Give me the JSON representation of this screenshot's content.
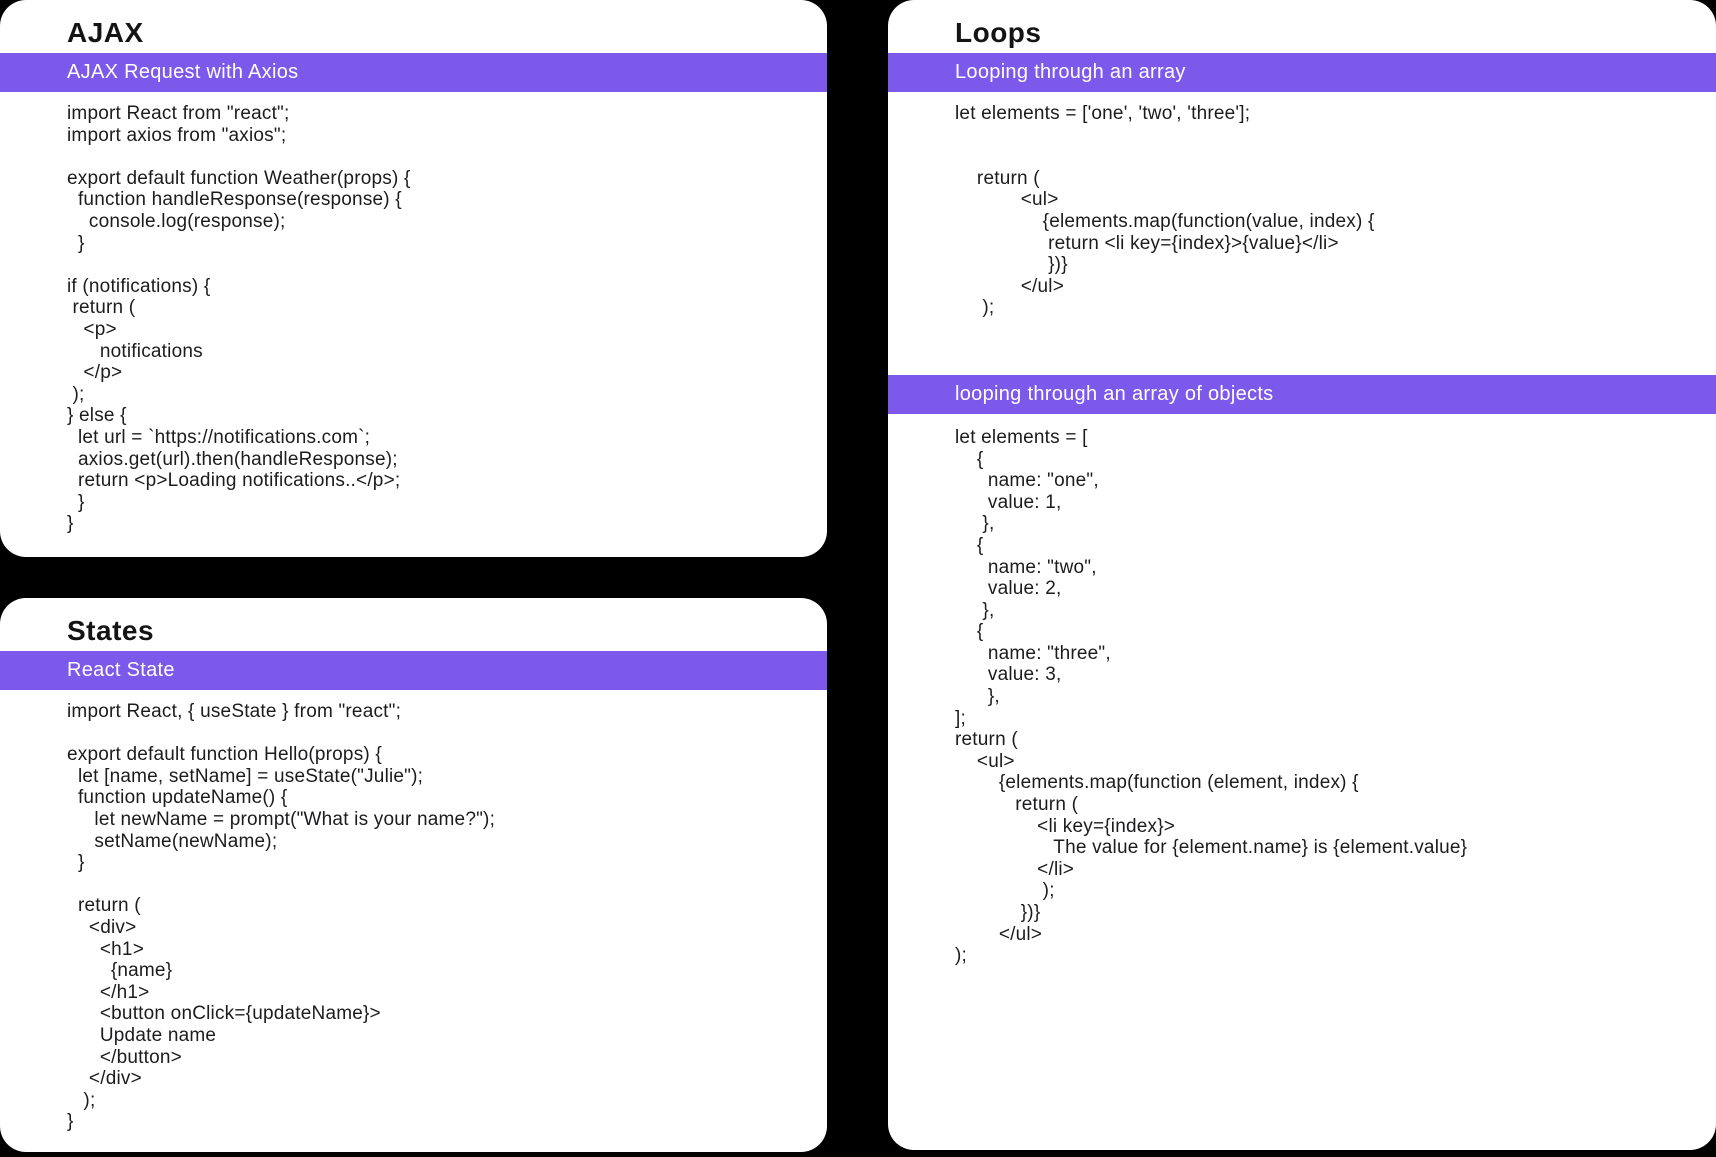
{
  "page": {
    "background": "#000000",
    "accent": "#7C58EB",
    "card_background": "#ffffff",
    "code_text_color": "#1c1c1e"
  },
  "cards": [
    {
      "id": "ajax",
      "title": "AJAX",
      "sections": [
        {
          "heading": "AJAX Request with Axios",
          "code": "import React from \"react\";\nimport axios from \"axios\";\n\nexport default function Weather(props) {\n  function handleResponse(response) {\n    console.log(response);\n  }\n\nif (notifications) {\n return (\n   <p>\n      notifications\n   </p>\n );\n} else {\n  let url = `https://notifications.com`;\n  axios.get(url).then(handleResponse);\n  return <p>Loading notifications..</p>;\n  }\n}"
        }
      ]
    },
    {
      "id": "states",
      "title": "States",
      "sections": [
        {
          "heading": "React State",
          "code": "import React, { useState } from \"react\";\n\nexport default function Hello(props) {\n  let [name, setName] = useState(\"Julie\");\n  function updateName() {\n     let newName = prompt(\"What is your name?\");\n     setName(newName);\n  }\n\n  return (\n    <div>\n      <h1>\n        {name}\n      </h1>\n      <button onClick={updateName}>\n      Update name\n      </button>\n    </div>\n   );\n}"
        }
      ]
    },
    {
      "id": "loops",
      "title": "Loops",
      "sections": [
        {
          "heading": "Looping through an array",
          "code": "let elements = ['one', 'two', 'three'];\n\n\n    return (\n            <ul>\n                {elements.map(function(value, index) {\n                 return <li key={index}>{value}</li>\n                 })}\n            </ul>\n     );"
        },
        {
          "heading": "looping through an array of objects",
          "code": "let elements = [\n    {\n      name: \"one\",\n      value: 1,\n     },\n    {\n      name: \"two\",\n      value: 2,\n     },\n    {\n      name: \"three\",\n      value: 3,\n      },\n];\nreturn (\n    <ul>\n        {elements.map(function (element, index) {\n           return (\n               <li key={index}>\n                  The value for {element.name} is {element.value}\n               </li>\n                );\n            })}\n        </ul>\n);"
        }
      ]
    }
  ]
}
